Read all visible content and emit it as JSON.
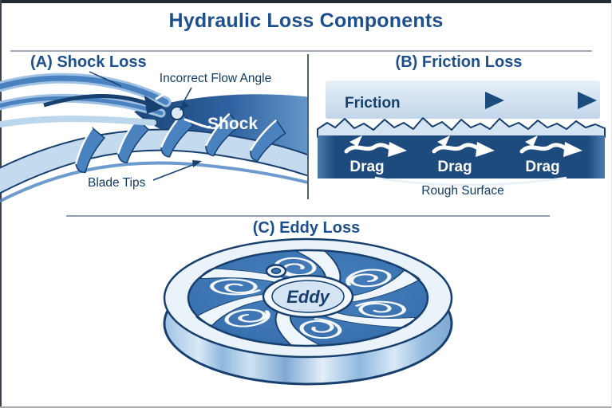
{
  "page": {
    "title": "Hydraulic Loss Components"
  },
  "panels": {
    "shock": {
      "title": "(A) Shock Loss",
      "labels": {
        "incorrect_flow_angle": "Incorrect Flow Angle",
        "shock": "Shock",
        "blade_tips": "Blade Tips"
      }
    },
    "friction": {
      "title": "(B) Friction Loss",
      "labels": {
        "friction": "Friction",
        "drag": [
          "Drag",
          "Drag",
          "Drag"
        ],
        "rough_surface": "Rough Surface"
      }
    },
    "eddy": {
      "title": "(C) Eddy Loss",
      "labels": {
        "eddy": "Eddy"
      }
    }
  },
  "colors": {
    "title_text": "#1d4f8e",
    "dark_navy": "#17406e",
    "band_navy": "#1e4b7d",
    "mid_blue": "#4a82c0",
    "light_blue": "#c4daee",
    "pale_band": "#d4e4f2",
    "divider": "#93a1ae",
    "frame_top": "#222b36"
  }
}
